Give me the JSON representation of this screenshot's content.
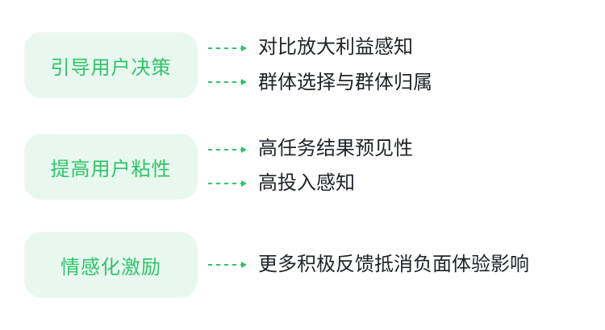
{
  "colors": {
    "accent": "#2fc36b",
    "box_bg": "#e9f8ef",
    "text": "#1f2329"
  },
  "groups": [
    {
      "label": "引导用户决策",
      "items": [
        "对比放大利益感知",
        "群体选择与群体归属"
      ]
    },
    {
      "label": "提高用户粘性",
      "items": [
        "高任务结果预见性",
        "高投入感知"
      ]
    },
    {
      "label": "情感化激励",
      "items": [
        "更多积极反馈抵消负面体验影响"
      ]
    }
  ]
}
